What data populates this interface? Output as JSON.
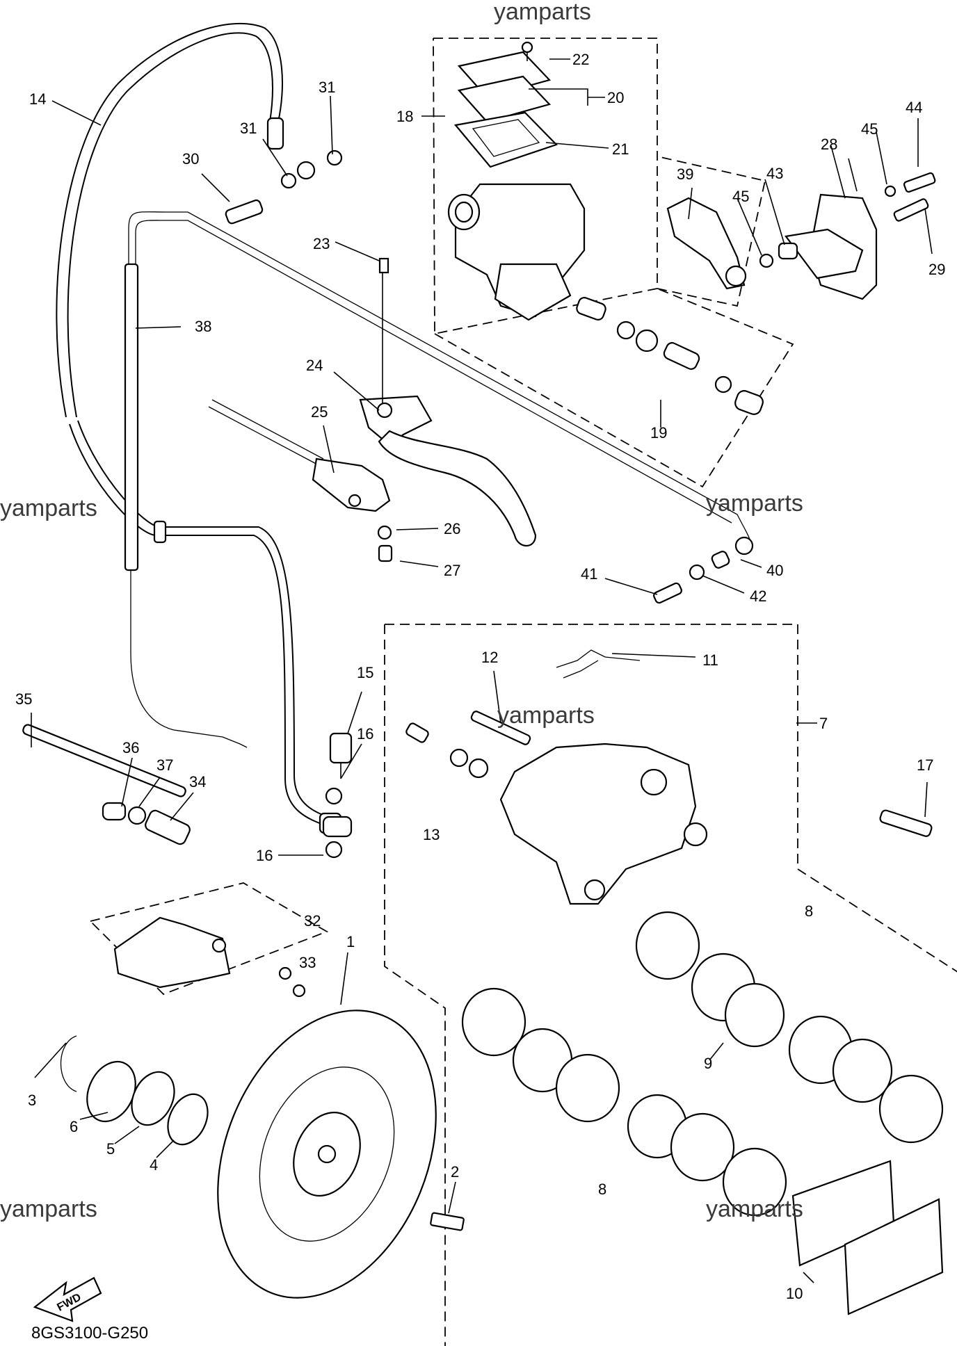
{
  "watermarks": [
    "yamparts",
    "yamparts",
    "yamparts",
    "yamparts",
    "yamparts",
    "yamparts"
  ],
  "diagram_code": "8GS3100-G250",
  "fwd_label": "FWD",
  "callouts": [
    {
      "id": "c1",
      "text": "1"
    },
    {
      "id": "c2",
      "text": "2"
    },
    {
      "id": "c3",
      "text": "3"
    },
    {
      "id": "c4",
      "text": "4"
    },
    {
      "id": "c5",
      "text": "5"
    },
    {
      "id": "c6",
      "text": "6"
    },
    {
      "id": "c7",
      "text": "7"
    },
    {
      "id": "c8a",
      "text": "8"
    },
    {
      "id": "c8b",
      "text": "8"
    },
    {
      "id": "c9",
      "text": "9"
    },
    {
      "id": "c10",
      "text": "10"
    },
    {
      "id": "c11",
      "text": "11"
    },
    {
      "id": "c12",
      "text": "12"
    },
    {
      "id": "c13",
      "text": "13"
    },
    {
      "id": "c14",
      "text": "14"
    },
    {
      "id": "c15",
      "text": "15"
    },
    {
      "id": "c16a",
      "text": "16"
    },
    {
      "id": "c16b",
      "text": "16"
    },
    {
      "id": "c17",
      "text": "17"
    },
    {
      "id": "c18",
      "text": "18"
    },
    {
      "id": "c19",
      "text": "19"
    },
    {
      "id": "c20",
      "text": "20"
    },
    {
      "id": "c21",
      "text": "21"
    },
    {
      "id": "c22",
      "text": "22"
    },
    {
      "id": "c23",
      "text": "23"
    },
    {
      "id": "c24",
      "text": "24"
    },
    {
      "id": "c25",
      "text": "25"
    },
    {
      "id": "c26",
      "text": "26"
    },
    {
      "id": "c27",
      "text": "27"
    },
    {
      "id": "c28",
      "text": "28"
    },
    {
      "id": "c29",
      "text": "29"
    },
    {
      "id": "c30",
      "text": "30"
    },
    {
      "id": "c31a",
      "text": "31"
    },
    {
      "id": "c31b",
      "text": "31"
    },
    {
      "id": "c32",
      "text": "32"
    },
    {
      "id": "c33",
      "text": "33"
    },
    {
      "id": "c34",
      "text": "34"
    },
    {
      "id": "c35",
      "text": "35"
    },
    {
      "id": "c36",
      "text": "36"
    },
    {
      "id": "c37",
      "text": "37"
    },
    {
      "id": "c38",
      "text": "38"
    },
    {
      "id": "c39",
      "text": "39"
    },
    {
      "id": "c40",
      "text": "40"
    },
    {
      "id": "c41",
      "text": "41"
    },
    {
      "id": "c42",
      "text": "42"
    },
    {
      "id": "c43",
      "text": "43"
    },
    {
      "id": "c44",
      "text": "44"
    },
    {
      "id": "c45a",
      "text": "45"
    },
    {
      "id": "c45b",
      "text": "45"
    }
  ]
}
